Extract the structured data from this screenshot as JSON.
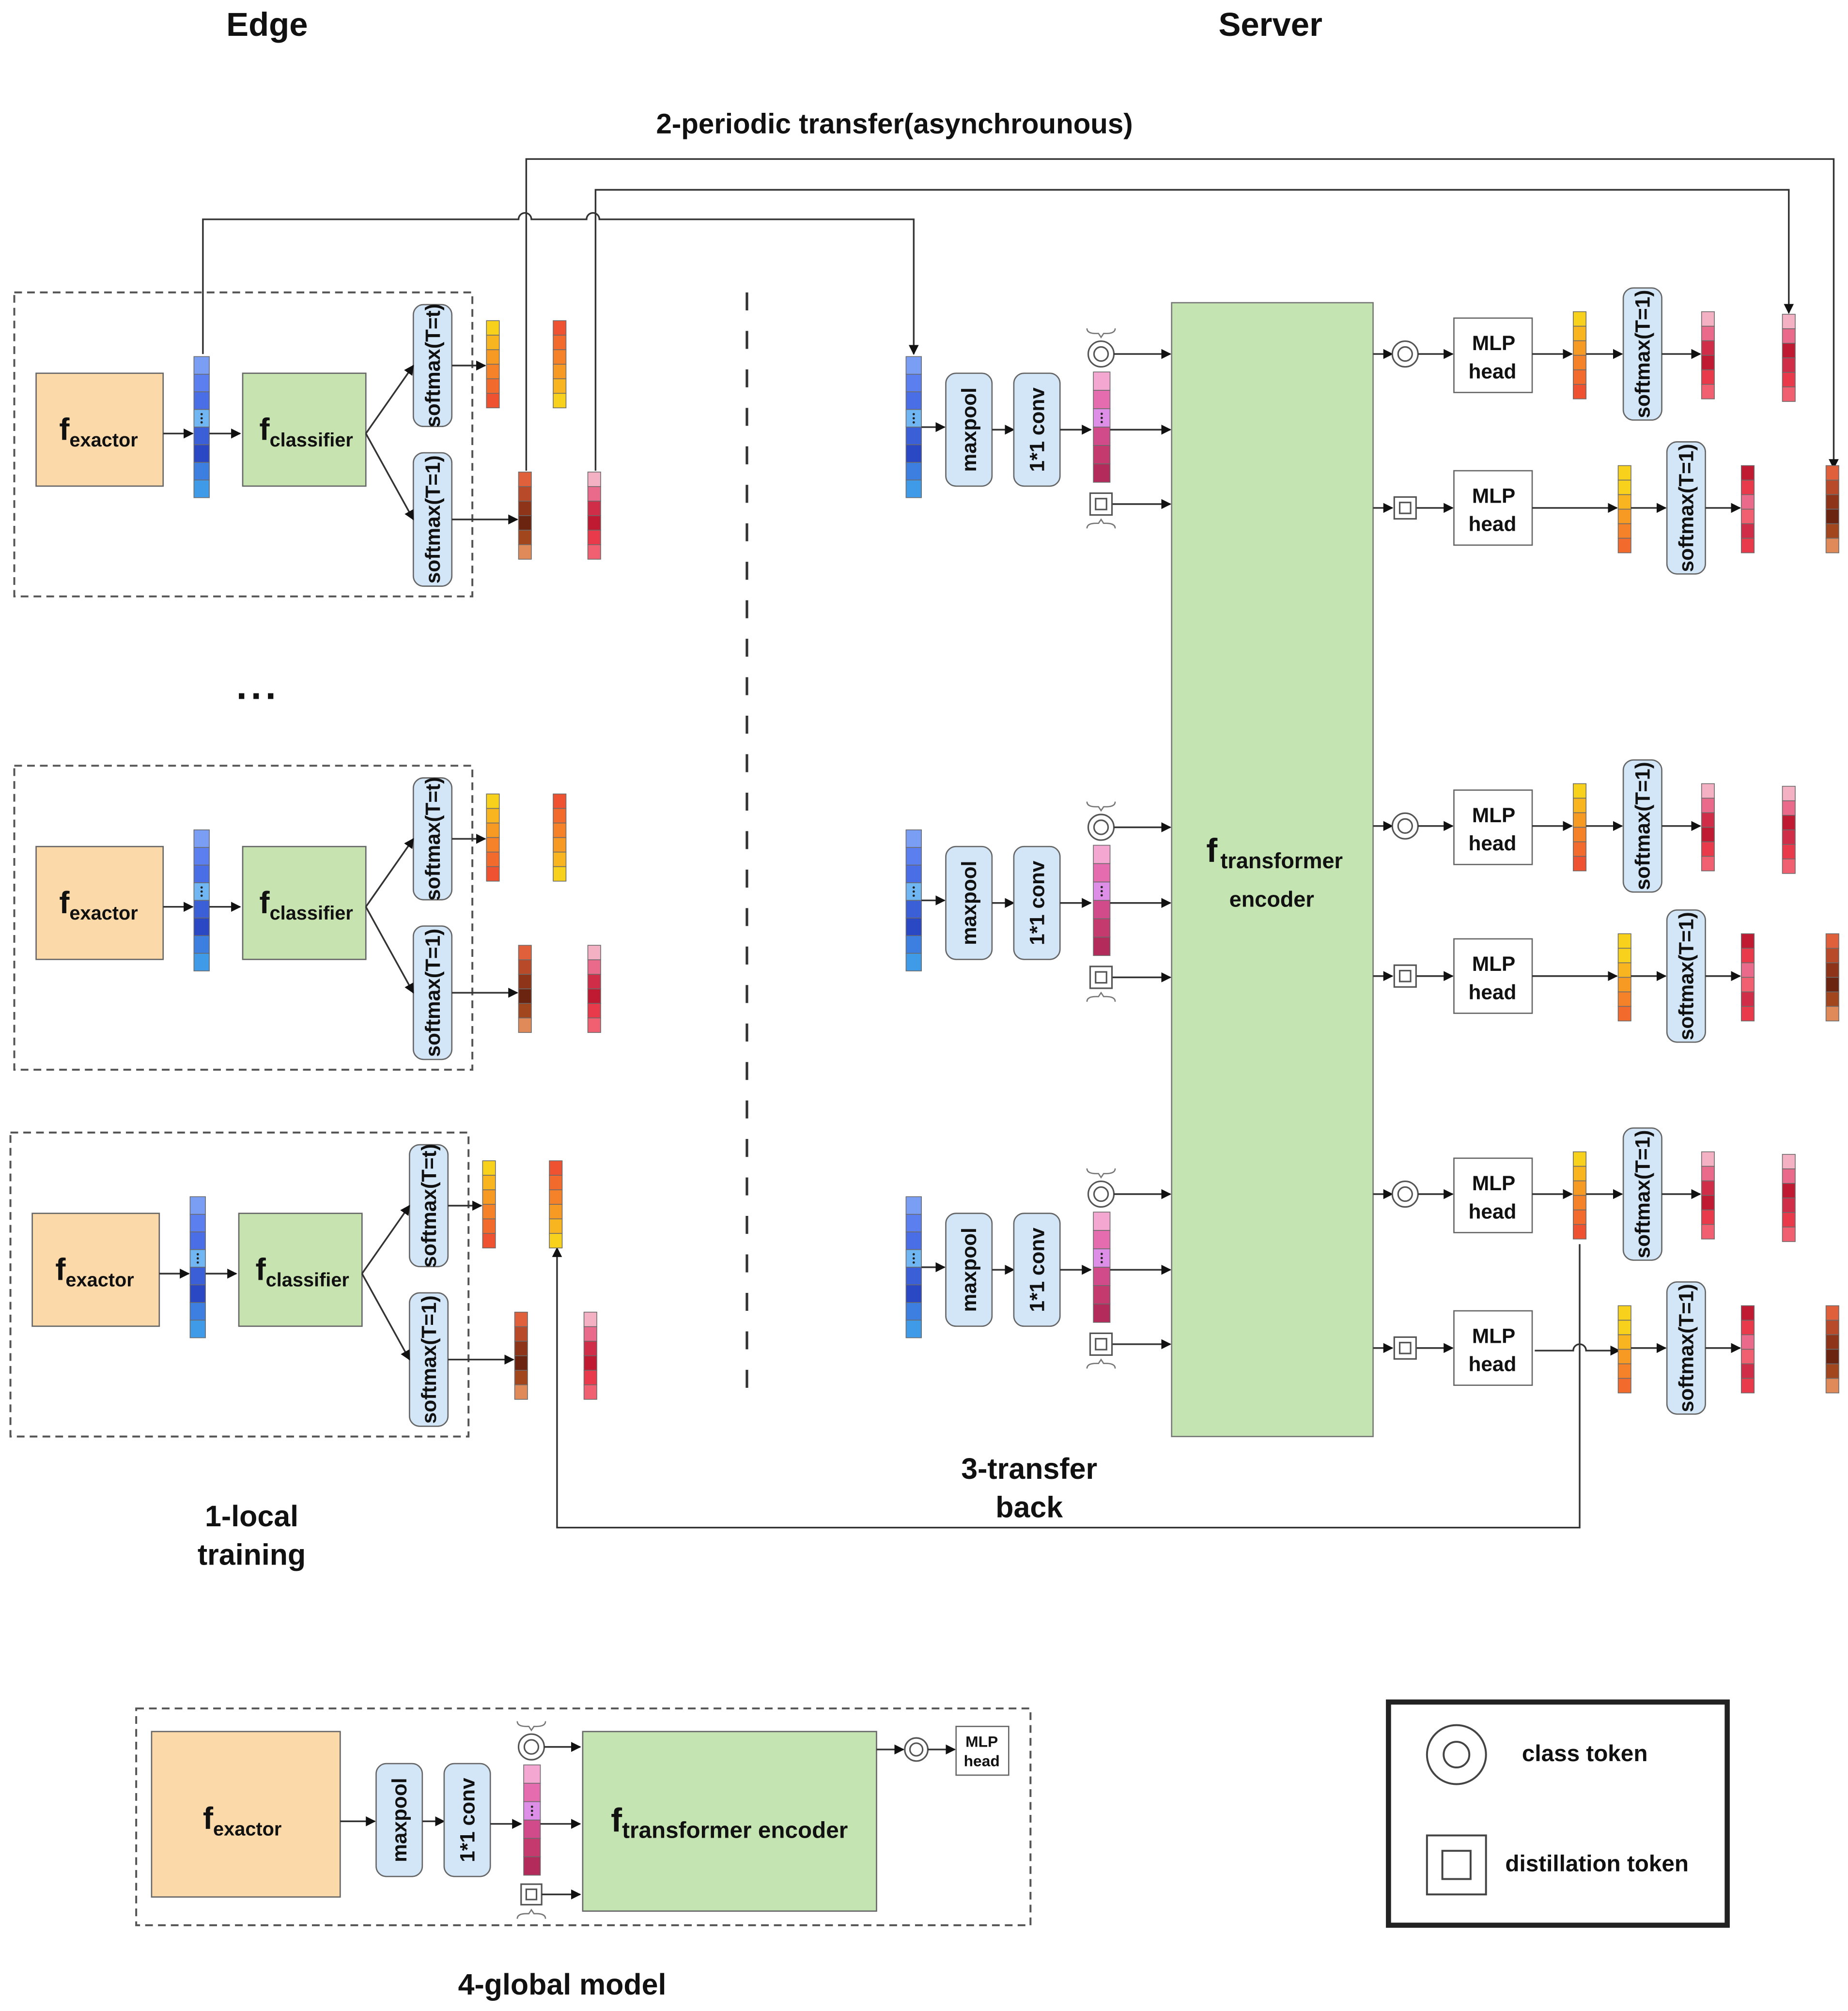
{
  "headings": {
    "edge": "Edge",
    "server": "Server"
  },
  "flow_labels": {
    "periodic_transfer": "2-periodic transfer(asynchrounous)",
    "transfer_back_1": "3-transfer",
    "transfer_back_2": "back",
    "local_training_1": "1-local",
    "local_training_2": "training",
    "global_model": "4-global model",
    "ellipsis": "..."
  },
  "blocks": {
    "f": "f",
    "exactor_sub": "exactor",
    "classifier_sub": "classifier",
    "transformer_sub": "transformer",
    "encoder": "encoder",
    "transformer_encoder_sub": "transformer encoder",
    "softmax_t": "softmax(T=t)",
    "softmax_1": "softmax(T=1)",
    "maxpool": "maxpool",
    "conv": "1*1 conv",
    "mlp": "MLP",
    "head": "head"
  },
  "legend": {
    "class_token": "class token",
    "distillation_token": "distillation token"
  },
  "colors": {
    "feature_blue": [
      "#7b9ef5",
      "#5b7fee",
      "#4a6ee6",
      "#6fb6f2",
      "#3b5fd6",
      "#2a47c4",
      "#3d7fe0",
      "#3f9ae8"
    ],
    "highlight_blue": "#6fb6f2",
    "exactor_fill": "#fcd9a8",
    "classifier_fill": "#c6e3b0",
    "encoder_fill": "#c4e4b2",
    "rounded_box_fill": "#d3e6f8",
    "yellow_orange": [
      "#f7d11b",
      "#f9b520",
      "#f79a24",
      "#f58228",
      "#f26a2c",
      "#ef5230"
    ],
    "brown_red": [
      "#e0603c",
      "#b84a2a",
      "#8e3418",
      "#6b2410",
      "#a2461e",
      "#e08a5a"
    ],
    "pink_red": [
      "#f4b1c4",
      "#e96a8a",
      "#d02e48",
      "#c01a32",
      "#e83a4a",
      "#f06070"
    ],
    "pink_magenta": [
      "#f3a7d1",
      "#e66cb0",
      "#dd8fe8",
      "#d14b8a",
      "#c43a6e",
      "#b32b5a"
    ]
  }
}
